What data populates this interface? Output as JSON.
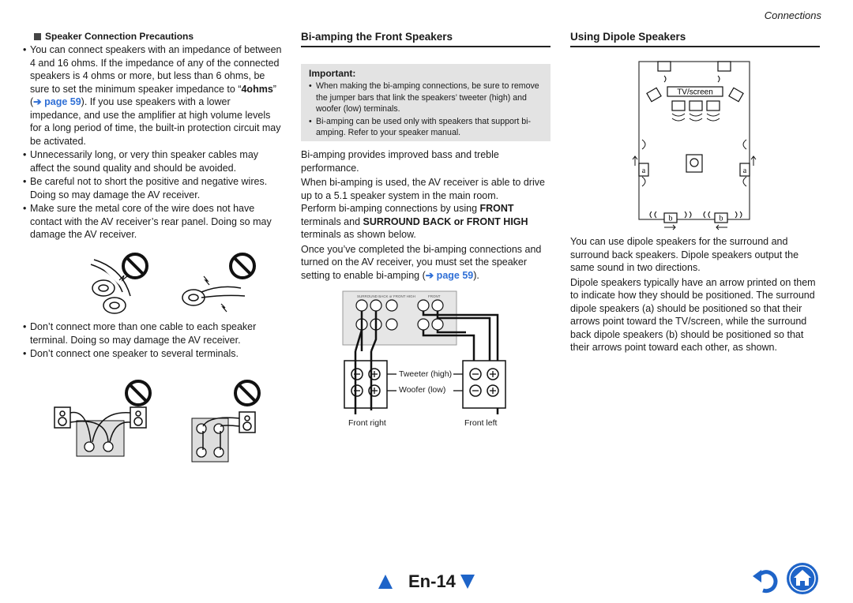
{
  "header": {
    "section": "Connections"
  },
  "left": {
    "heading": "Speaker Connection Precautions",
    "bullets_top": [
      {
        "pre": "You can connect speakers with an impedance of between 4 and 16 ohms. If the impedance of any of the connected speakers is 4 ohms or more, but less than 6 ohms, be sure to set the minimum speaker impedance to “",
        "bold": "4ohms",
        "mid": "” (",
        "link": "➔ page 59",
        "post": "). If you use speakers with a lower impedance, and use the amplifier at high volume levels for a long period of time, the built-in protection circuit may be activated."
      },
      {
        "text": "Unnecessarily long, or very thin speaker cables may affect the sound quality and should be avoided."
      },
      {
        "text": "Be careful not to short the positive and negative wires. Doing so may damage the AV receiver."
      },
      {
        "text": "Make sure the metal core of the wire does not have contact with the AV receiver’s rear panel. Doing so may damage the AV receiver."
      }
    ],
    "bullets_bottom": [
      "Don’t connect more than one cable to each speaker terminal. Doing so may damage the AV receiver.",
      "Don’t connect one speaker to several terminals."
    ]
  },
  "middle": {
    "heading": "Bi-amping the Front Speakers",
    "important_title": "Important:",
    "important_bullets": [
      "When making the bi-amping connections, be sure to remove the jumper bars that link the speakers’ tweeter (high) and woofer (low) terminals.",
      "Bi-amping can be used only with speakers that support bi-amping. Refer to your speaker manual."
    ],
    "para1": "Bi-amping provides improved bass and treble performance.",
    "para2": "When bi-amping is used, the AV receiver is able to drive up to a 5.1 speaker system in the main room.",
    "para3_pre": "Perform bi-amping connections by using ",
    "para3_bold1": "FRONT",
    "para3_mid": " terminals and ",
    "para3_bold2": "SURROUND BACK or FRONT HIGH",
    "para3_post": " terminals as shown below.",
    "para4_pre": "Once you’ve completed the bi-amping connections and turned on the AV receiver, you must set the speaker setting to enable bi-amping (",
    "para4_link": "➔ page 59",
    "para4_post": ").",
    "diagram": {
      "tweeter_label": "Tweeter (high)",
      "woofer_label": "Woofer (low)",
      "front_right": "Front right",
      "front_left": "Front left",
      "panel_label_left": "SURROUND BACK or FRONT HIGH",
      "panel_label_right": "FRONT"
    }
  },
  "right": {
    "heading": "Using Dipole Speakers",
    "diagram": {
      "tv_label": "TV/screen",
      "label_a": "a",
      "label_b": "b"
    },
    "para1": "You can use dipole speakers for the surround and surround back speakers. Dipole speakers output the same sound in two directions.",
    "para2": "Dipole speakers typically have an arrow printed on them to indicate how they should be positioned. The surround dipole speakers (a) should be positioned so that their arrows point toward the TV/screen, while the surround back dipole speakers (b) should be positioned so that their arrows point toward each other, as shown."
  },
  "footer": {
    "page_number": "En-14"
  },
  "colors": {
    "accent": "#2f6fd6",
    "nav_blue": "#1e64c8",
    "important_bg": "#e3e3e3"
  }
}
